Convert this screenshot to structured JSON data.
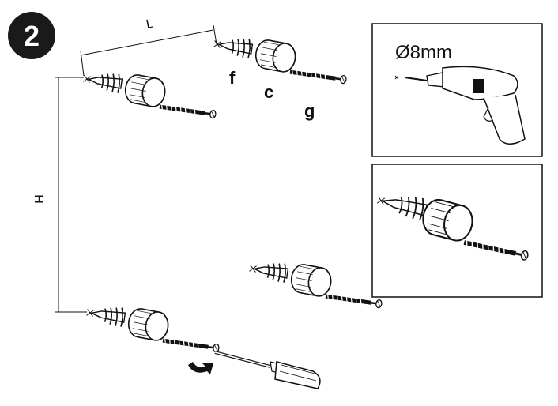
{
  "step": {
    "number": "2"
  },
  "dimensions": {
    "width_label": "L",
    "height_label": "H"
  },
  "parts": {
    "f": "f",
    "c": "c",
    "g": "g"
  },
  "drill_panel": {
    "diameter": "Ø8mm"
  },
  "colors": {
    "ink": "#111111",
    "paper": "#ffffff",
    "badge": "#1a1a1a"
  },
  "icons": [
    "step-badge",
    "wall-anchor-icon",
    "spacer-cylinder-icon",
    "screw-icon",
    "drill-icon",
    "screwdriver-icon",
    "rotate-arrow-icon"
  ]
}
